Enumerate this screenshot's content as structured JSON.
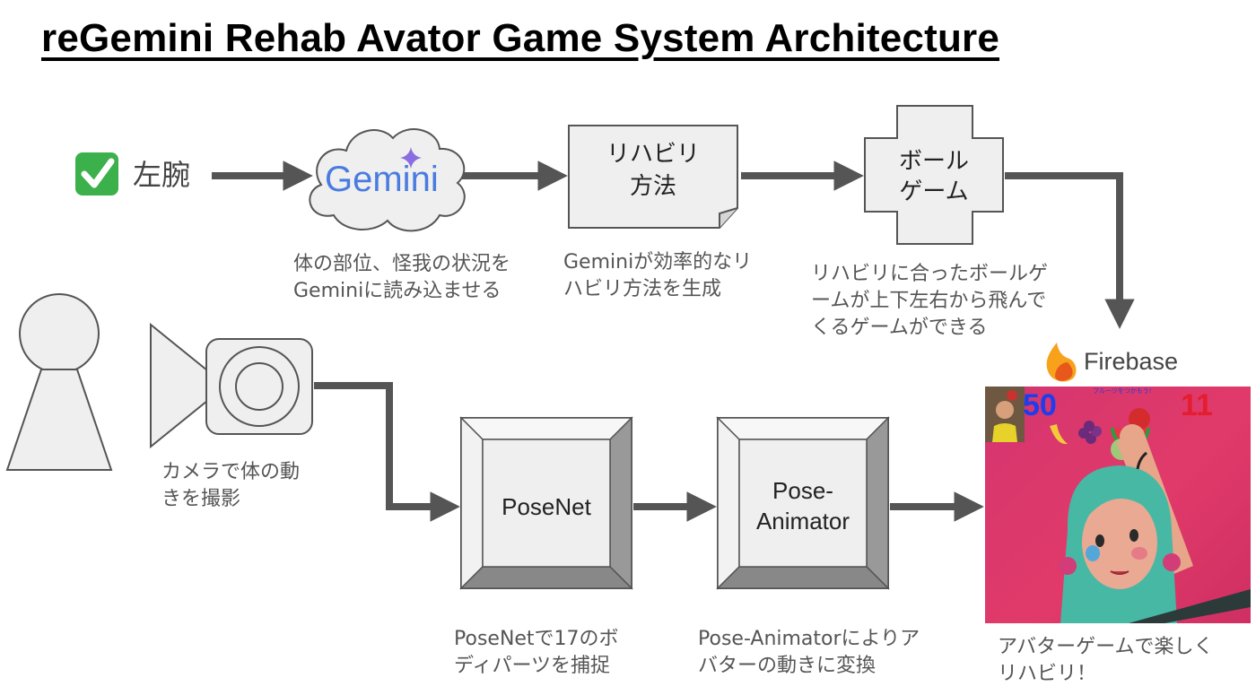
{
  "title": "reGemini Rehab Avator Game System Architecture",
  "nodes": {
    "checkmark_text": "左腕",
    "gemini_logo": "Gemini",
    "rehab_method": [
      "リハビリ",
      "方法"
    ],
    "ball_game": [
      "ボール",
      "ゲーム"
    ],
    "posenet": "PoseNet",
    "pose_animator": [
      "Pose-",
      "Animator"
    ],
    "firebase": "Firebase"
  },
  "captions": {
    "gemini": "体の部位、怪我の状況を\nGeminiに読み込ませる",
    "rehab": "Geminiが効率的なリ\nハビリ方法を生成",
    "ballgame": "リハビリに合ったボールゲ\nームが上下左右から飛んで\nくるゲームができる",
    "camera": "カメラで体の動\nきを撮影",
    "posenet": "PoseNetで17のボ\nディパーツを捕捉",
    "animator": "Pose-Animatorによりア\nバターの動きに変換",
    "game": "アバターゲームで楽しく\nリハビリ！"
  },
  "game": {
    "score_left": "50",
    "score_right": "11",
    "message": "フルーツをつかもう!"
  },
  "colors": {
    "arrow": "#555555",
    "shape_fill": "#efefef",
    "shape_stroke": "#555555",
    "check_green": "#3cb04a",
    "game_bg": "#d4356f",
    "score_blue": "#1a3ef0",
    "score_red": "#e41d2f"
  },
  "icons": [
    "check-icon",
    "gemini-sparkle-icon",
    "firebase-flame-icon",
    "person-icon",
    "camera-icon"
  ]
}
